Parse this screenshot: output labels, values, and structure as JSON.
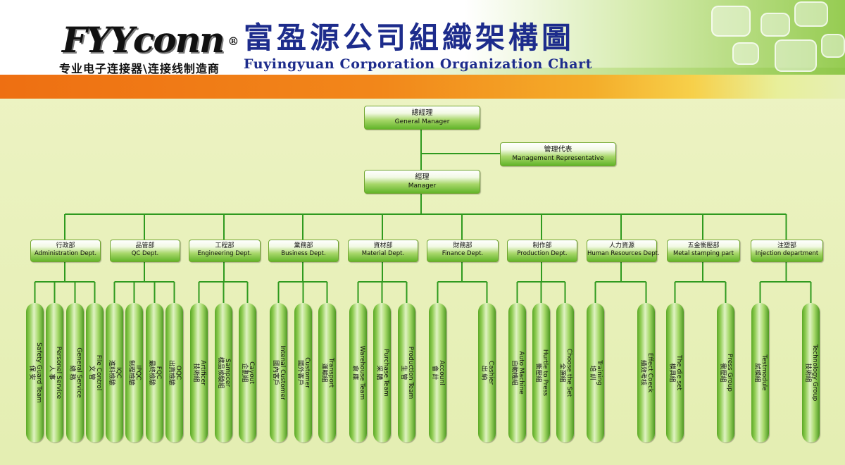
{
  "header": {
    "logo_text": "FYYconn",
    "registered_mark": "®",
    "slogan": "专业电子连接器\\连接线制造商",
    "title_cn": "富盈源公司組織架構圖",
    "title_en": "Fuyingyuan Corporation Organization Chart"
  },
  "top": {
    "general_manager": {
      "cn": "總經理",
      "en": "General Manager"
    },
    "management_rep": {
      "cn": "管理代表",
      "en": "Management Representative"
    },
    "manager": {
      "cn": "經理",
      "en": "Manager"
    }
  },
  "departments": [
    {
      "cn": "行政部",
      "en": "Administration Dept.",
      "teams": [
        {
          "en": "Safety Guard Team",
          "cn": "保 安"
        },
        {
          "en": "Personel Service",
          "cn": "人 事"
        },
        {
          "en": "General Service",
          "cn": "總 務"
        },
        {
          "en": "File Control",
          "cn": "文 管"
        }
      ]
    },
    {
      "cn": "品管部",
      "en": "QC Dept.",
      "teams": [
        {
          "en": "IQC",
          "cn": "進料檢驗"
        },
        {
          "en": "IPQC",
          "cn": "制程檢驗"
        },
        {
          "en": "FQC",
          "cn": "最終檢驗"
        },
        {
          "en": "OQC",
          "cn": "出貨檢驗"
        }
      ]
    },
    {
      "cn": "工程部",
      "en": "Engineering Dept.",
      "teams": [
        {
          "en": "Artificer",
          "cn": "技術組"
        },
        {
          "en": "Sampcer",
          "cn": "樣品檢驗組"
        },
        {
          "en": "Cayout",
          "cn": "企劃組"
        }
      ]
    },
    {
      "cn": "業務部",
      "en": "Business Dept.",
      "teams": [
        {
          "en": "Intenal Customer",
          "cn": "國內客戶"
        },
        {
          "en": "Customer",
          "cn": "國外客戶"
        },
        {
          "en": "Transport",
          "cn": "運輸組"
        }
      ]
    },
    {
      "cn": "資材部",
      "en": "Material Dept.",
      "teams": [
        {
          "en": "Warehouse Team",
          "cn": "倉 庫"
        },
        {
          "en": "Purchase Team",
          "cn": "采 購"
        },
        {
          "en": "Production Team",
          "cn": "生 管"
        }
      ]
    },
    {
      "cn": "財務部",
      "en": "Finance Dept.",
      "teams": [
        {
          "en": "Accounl",
          "cn": "會 計"
        },
        {
          "en": "Cashier",
          "cn": "出 納"
        }
      ]
    },
    {
      "cn": "制作部",
      "en": "Production Dept.",
      "teams": [
        {
          "en": "Auto Machine",
          "cn": "自動機組"
        },
        {
          "en": "Hurtle to Press",
          "cn": "衝壓組"
        },
        {
          "en": "Choose the Set",
          "cn": "全選組"
        }
      ]
    },
    {
      "cn": "人力資源",
      "en": "Human Resources Dept.",
      "teams": [
        {
          "en": "Training",
          "cn": "培 訓"
        },
        {
          "en": "Effect Coeck",
          "cn": "績效考核"
        }
      ]
    },
    {
      "cn": "五金衝壓部",
      "en": "Metal stamping part",
      "teams": [
        {
          "en": "The die set",
          "cn": "模具組"
        },
        {
          "en": "Press Group",
          "cn": "衝壓組"
        }
      ]
    },
    {
      "cn": "注塑部",
      "en": "Injection department",
      "teams": [
        {
          "en": "Testmodule",
          "cn": "試模組"
        },
        {
          "en": "Technology Group",
          "cn": "技術組"
        }
      ]
    }
  ],
  "colors": {
    "background": "#e6efb4",
    "connector": "#2f9a1f",
    "title_blue": "#1d2c8c",
    "header_orange": "#ee6f12",
    "box_green": "#62b42a"
  },
  "icons": [
    "fyyconn-logo"
  ]
}
